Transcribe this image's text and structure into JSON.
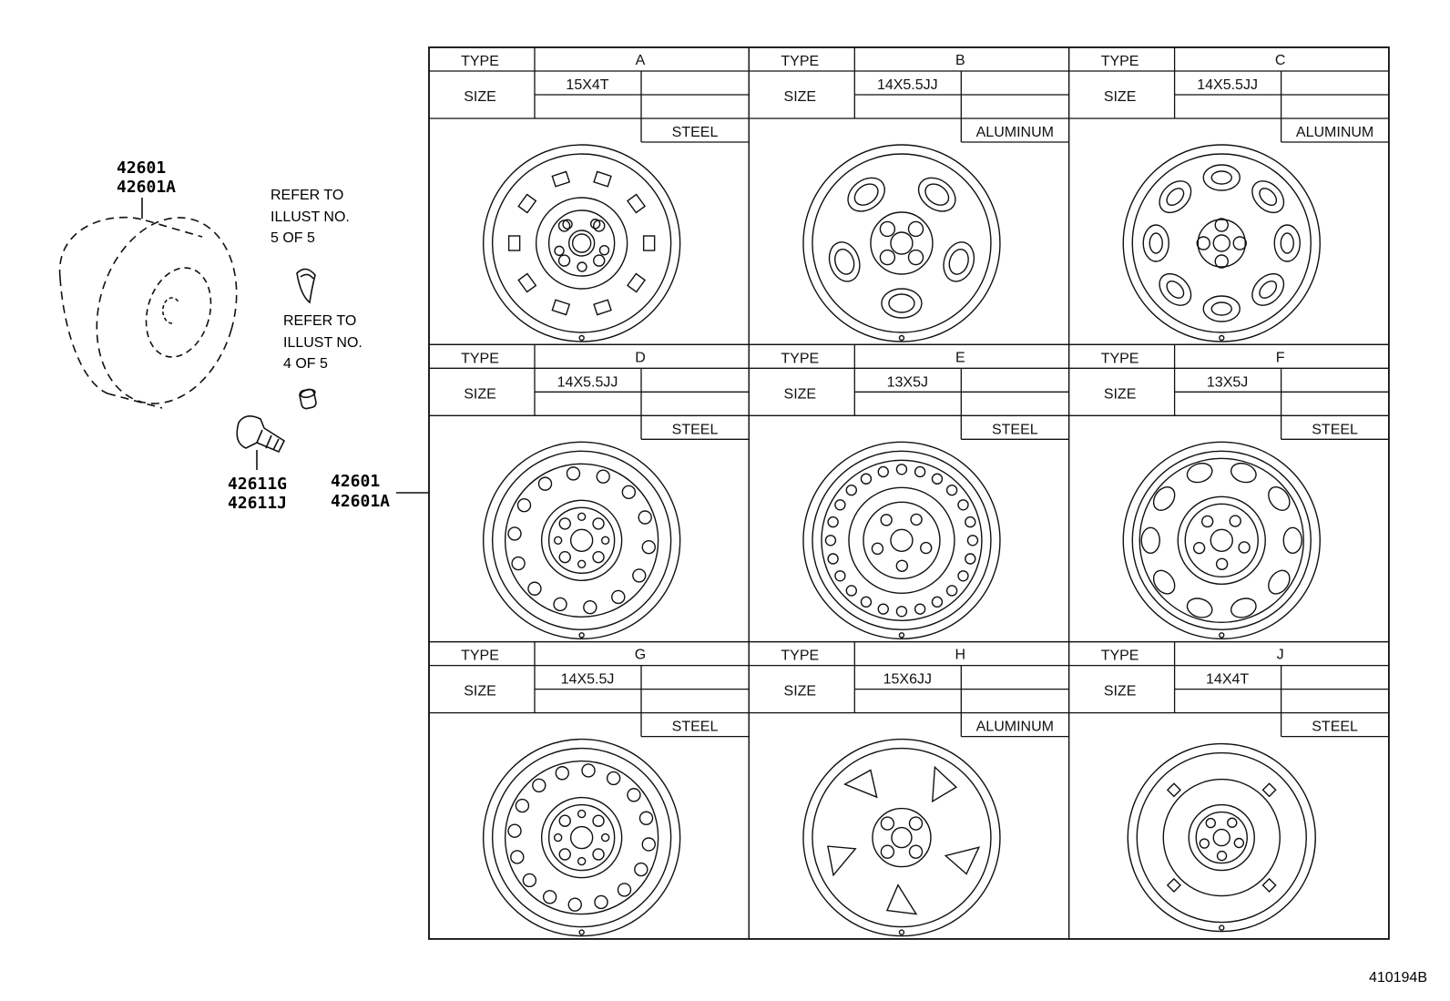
{
  "title_callouts": {
    "wheel_assembly": [
      "42601",
      "42601A"
    ],
    "valve_stem": [
      "42611G",
      "42611J"
    ],
    "table_link": [
      "42601",
      "42601A"
    ]
  },
  "references": [
    {
      "line1": "REFER TO",
      "line2": "ILLUST NO.",
      "line3": "5 OF 5"
    },
    {
      "line1": "REFER TO",
      "line2": "ILLUST NO.",
      "line3": "4 OF 5"
    }
  ],
  "table_labels": {
    "type": "TYPE",
    "size": "SIZE"
  },
  "wheels": [
    {
      "type": "A",
      "size": "15X4T",
      "material": "STEEL",
      "style": "steel-slots"
    },
    {
      "type": "B",
      "size": "14X5.5JJ",
      "material": "ALUMINUM",
      "style": "alloy-5"
    },
    {
      "type": "C",
      "size": "14X5.5JJ",
      "material": "ALUMINUM",
      "style": "alloy-8"
    },
    {
      "type": "D",
      "size": "14X5.5JJ",
      "material": "STEEL",
      "style": "steel-holes-14"
    },
    {
      "type": "E",
      "size": "13X5J",
      "material": "STEEL",
      "style": "steel-holes-24"
    },
    {
      "type": "F",
      "size": "13X5J",
      "material": "STEEL",
      "style": "steel-arches"
    },
    {
      "type": "G",
      "size": "14X5.5J",
      "material": "STEEL",
      "style": "steel-holes-16"
    },
    {
      "type": "H",
      "size": "15X6JJ",
      "material": "ALUMINUM",
      "style": "alloy-spoke5"
    },
    {
      "type": "J",
      "size": "14X4T",
      "material": "STEEL",
      "style": "steel-diamonds"
    }
  ],
  "figure_id": "410194B"
}
